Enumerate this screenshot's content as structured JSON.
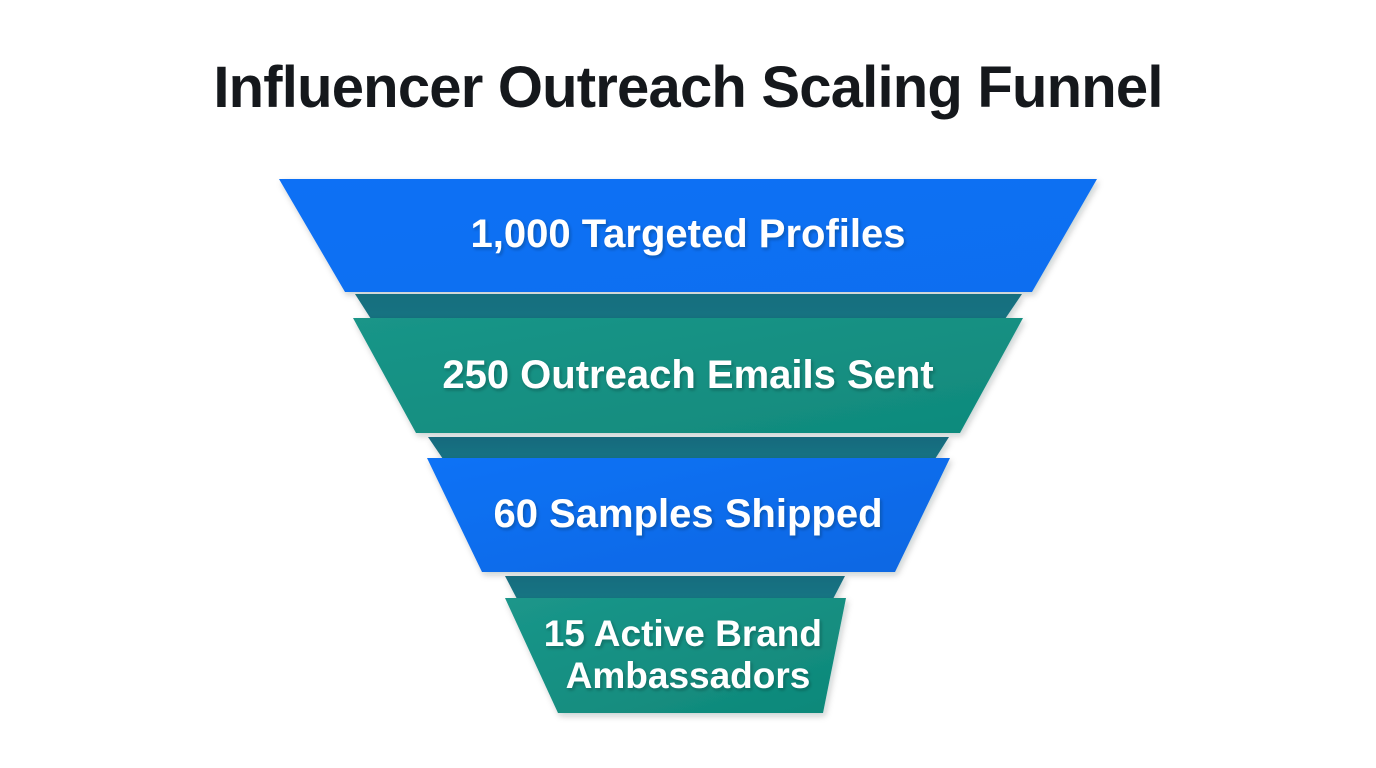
{
  "title": "Influencer Outreach Scaling Funnel",
  "background_color": "#ffffff",
  "title_color": "#15181c",
  "label_color": "#ffffff",
  "colors": {
    "blue": "#0b70f5",
    "blue_dark": "#0a62d8",
    "teal": "#149184",
    "teal_dark": "#0f7f73",
    "neck_dark": "#17707f",
    "neck_dark_2": "#156d80"
  },
  "chart_data": {
    "type": "funnel",
    "title": "Influencer Outreach Scaling Funnel",
    "xlabel": "",
    "ylabel": "",
    "orientation": "vertical",
    "grid": false,
    "legend": "none",
    "categories": [
      "Targeted Profiles",
      "Outreach Emails Sent",
      "Samples Shipped",
      "Active Brand Ambassadors"
    ],
    "values": [
      1000,
      250,
      60,
      15
    ],
    "value_labels": [
      "1,000",
      "250",
      "60",
      "15"
    ],
    "stages": [
      {
        "label": "1,000 Targeted Profiles",
        "value": 1000,
        "value_text": "1,000",
        "name": "Targeted Profiles",
        "color": "#0b70f5",
        "neck_color": "#17707f",
        "lines": [
          "1,000 Targeted Profiles"
        ],
        "font_size": 40
      },
      {
        "label": "250 Outreach Emails Sent",
        "value": 250,
        "value_text": "250",
        "name": "Outreach Emails Sent",
        "color": "#149184",
        "neck_color": "#17707f",
        "lines": [
          "250 Outreach Emails Sent"
        ],
        "font_size": 40
      },
      {
        "label": "60 Samples Shipped",
        "value": 60,
        "value_text": "60",
        "name": "Samples Shipped",
        "color": "#0b70f5",
        "neck_color": "#17707f",
        "lines": [
          "60 Samples Shipped"
        ],
        "font_size": 40
      },
      {
        "label": "15 Active Brand Ambassadors",
        "value": 15,
        "value_text": "15",
        "name": "Active Brand Ambassadors",
        "color": "#149184",
        "neck_color": "#17707f",
        "lines": [
          "15 Active Brand",
          "Ambassadors"
        ],
        "font_size": 37
      }
    ]
  }
}
